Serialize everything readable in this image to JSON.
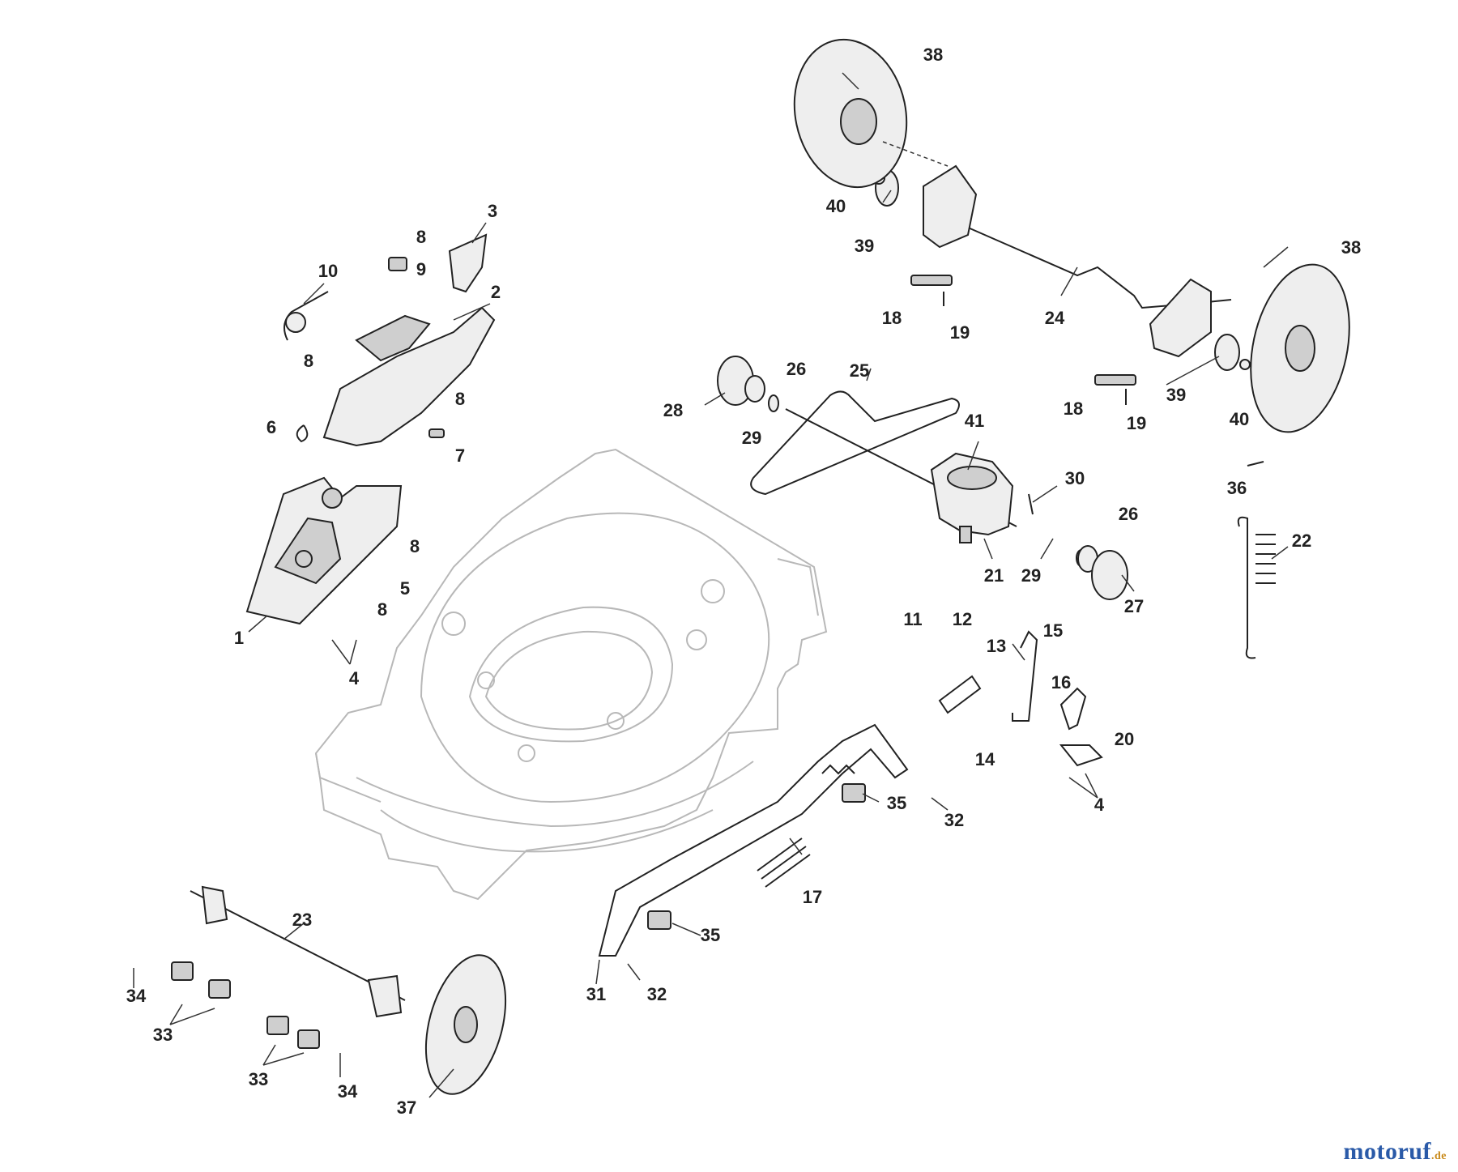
{
  "labels": {
    "p1": "1",
    "p2": "2",
    "p3": "3",
    "p4a": "4",
    "p4b": "4",
    "p5": "5",
    "p6": "6",
    "p7": "7",
    "p8a": "8",
    "p8b": "8",
    "p8c": "8",
    "p8d": "8",
    "p8e": "8",
    "p9": "9",
    "p10": "10",
    "p11": "11",
    "p12": "12",
    "p13": "13",
    "p14": "14",
    "p15": "15",
    "p16": "16",
    "p17": "17",
    "p18a": "18",
    "p18b": "18",
    "p19a": "19",
    "p19b": "19",
    "p20": "20",
    "p21": "21",
    "p22": "22",
    "p23": "23",
    "p24": "24",
    "p25": "25",
    "p26a": "26",
    "p26b": "26",
    "p27": "27",
    "p28": "28",
    "p29a": "29",
    "p29b": "29",
    "p30": "30",
    "p31": "31",
    "p32a": "32",
    "p32b": "32",
    "p33a": "33",
    "p33b": "33",
    "p34a": "34",
    "p34b": "34",
    "p35a": "35",
    "p35b": "35",
    "p36": "36",
    "p37": "37",
    "p38a": "38",
    "p38b": "38",
    "p39a": "39",
    "p39b": "39",
    "p40a": "40",
    "p40b": "40",
    "p41": "41"
  },
  "brand": {
    "name": "motoruf",
    "suffix": ".de"
  }
}
